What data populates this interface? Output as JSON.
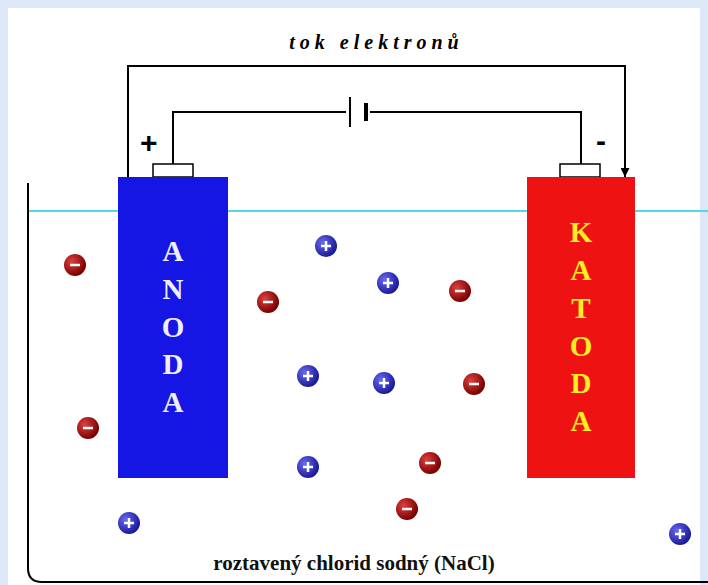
{
  "diagram": {
    "caption": "roztavený chlorid sodný (NaCl)",
    "nodes": [
      {
        "text": [
          "ANODA"
        ]
      },
      {
        "text": [
          "KATODA"
        ]
      }
    ],
    "edges": [
      {
        "from": 0,
        "to": 1,
        "arrow": "to",
        "label": "tok elektronů"
      },
      {
        "from": 0,
        "to": 1,
        "arrow": "none"
      }
    ],
    "labels": [
      "+",
      "-"
    ]
  }
}
